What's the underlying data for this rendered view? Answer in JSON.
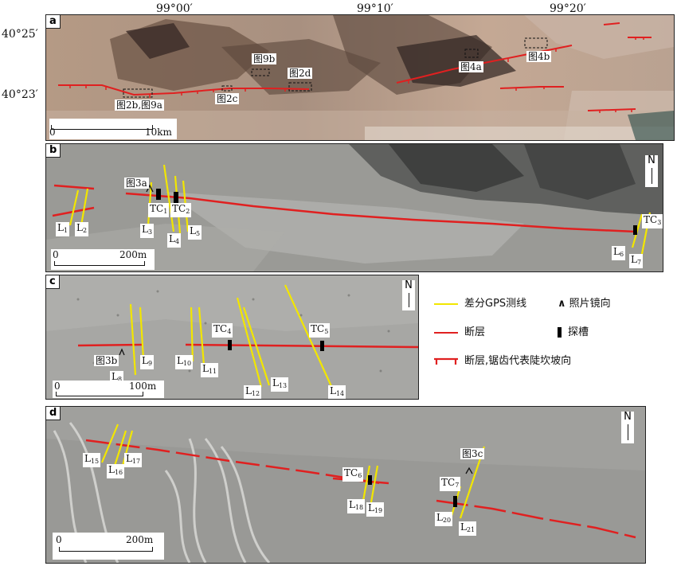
{
  "coords": {
    "lon1": "99°00′",
    "lon2": "99°10′",
    "lon3": "99°20′",
    "lat1": "40°25′",
    "lat2": "40°23′"
  },
  "panel_a": {
    "label": "a",
    "scale": "10km",
    "scale_zero": "0",
    "refs": [
      "图9b",
      "图2d",
      "图4a",
      "图4b",
      "图2b,图9a",
      "图2c"
    ]
  },
  "panel_b": {
    "label": "b",
    "scale": "200m",
    "scale_zero": "0",
    "ref": "图3a",
    "north": "N",
    "tc": [
      "TC",
      "TC",
      "TC"
    ],
    "tc_sub": [
      "1",
      "2",
      "3"
    ],
    "lines": [
      "L",
      "L",
      "L",
      "L",
      "L",
      "L",
      "L"
    ],
    "line_sub": [
      "1",
      "2",
      "3",
      "4",
      "5",
      "6",
      "7"
    ]
  },
  "panel_c": {
    "label": "c",
    "scale": "100m",
    "scale_zero": "0",
    "ref": "图3b",
    "north": "N",
    "tc_sub": [
      "4",
      "5"
    ],
    "line_sub": [
      "8",
      "9",
      "10",
      "11",
      "12",
      "13",
      "14"
    ]
  },
  "panel_d": {
    "label": "d",
    "scale": "200m",
    "scale_zero": "0",
    "ref": "图3c",
    "north": "N",
    "tc_sub": [
      "6",
      "7"
    ],
    "line_sub": [
      "15",
      "16",
      "17",
      "18",
      "19",
      "20",
      "21"
    ]
  },
  "legend": {
    "gps": "差分GPS测线",
    "photo": "照片镜向",
    "fault": "断层",
    "trench": "探槽",
    "fault_scarp": "断层,锯齿代表陡坎坡向"
  },
  "colors": {
    "fault": "#e02020",
    "gps": "#f2e600",
    "trench": "#000000"
  }
}
